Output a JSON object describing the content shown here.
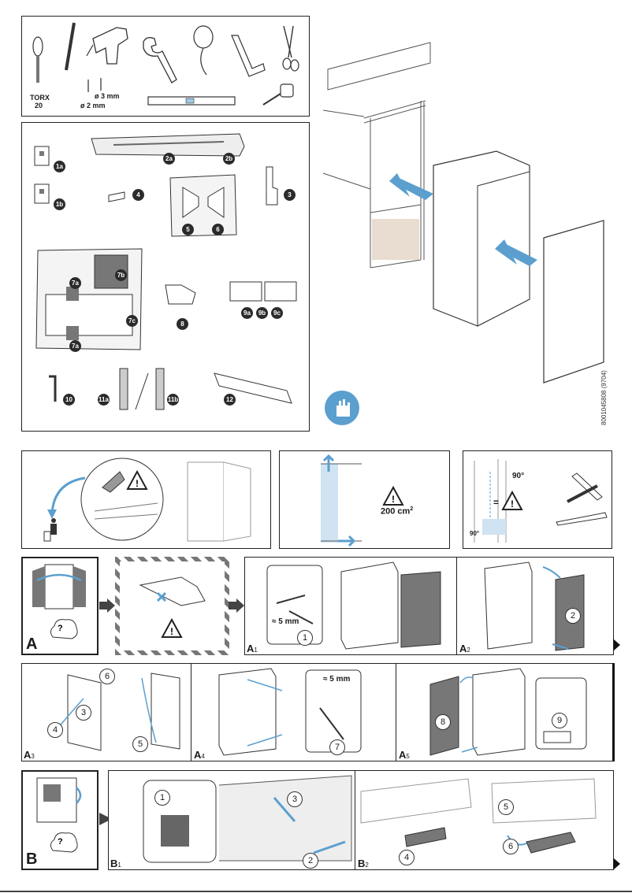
{
  "tools": {
    "torx_label": "TORX",
    "torx_size": "20",
    "drill_bit_3": "ø 3 mm",
    "drill_bit_2": "ø 2 mm"
  },
  "parts": {
    "p1a": "1a",
    "p1b": "1b",
    "p2a": "2a",
    "p2b": "2b",
    "p3": "3",
    "p4": "4",
    "p5": "5",
    "p6": "6",
    "p7a_top": "7a",
    "p7b": "7b",
    "p7c": "7c",
    "p7a_bottom": "7a",
    "p8": "8",
    "p9a": "9a",
    "p9b": "9b",
    "p9c": "9c",
    "p10": "10",
    "p11a": "11a",
    "p11b": "11b",
    "p12": "12"
  },
  "document_id": "8001045808 (9704)",
  "ventilation": {
    "area": "200 cm",
    "exponent": "2"
  },
  "alignment": {
    "angle_top": "90°",
    "equals": "=",
    "angle_bottom": "90°"
  },
  "step_a": {
    "letter": "A",
    "a1": {
      "label": "A",
      "sub": "1",
      "measure": "≈ 5 mm",
      "num": "1"
    },
    "a2": {
      "label": "A",
      "sub": "2",
      "num": "2"
    },
    "a3": {
      "label": "A",
      "sub": "3",
      "num3": "3",
      "num4": "4",
      "num5": "5",
      "num6": "6"
    },
    "a4": {
      "label": "A",
      "sub": "4",
      "measure": "≈ 5 mm",
      "num": "7"
    },
    "a5": {
      "label": "A",
      "sub": "5",
      "num8": "8",
      "num9": "9"
    }
  },
  "step_b": {
    "letter": "B",
    "b1": {
      "label": "B",
      "sub": "1",
      "num1": "1",
      "num2": "2",
      "num3": "3"
    },
    "b2": {
      "label": "B",
      "sub": "2",
      "num4": "4",
      "num5": "5",
      "num6": "6"
    }
  },
  "colors": {
    "accent_blue": "#5b9fcf",
    "dark": "#2b2b2b",
    "light_blue": "#cfe3f2"
  }
}
